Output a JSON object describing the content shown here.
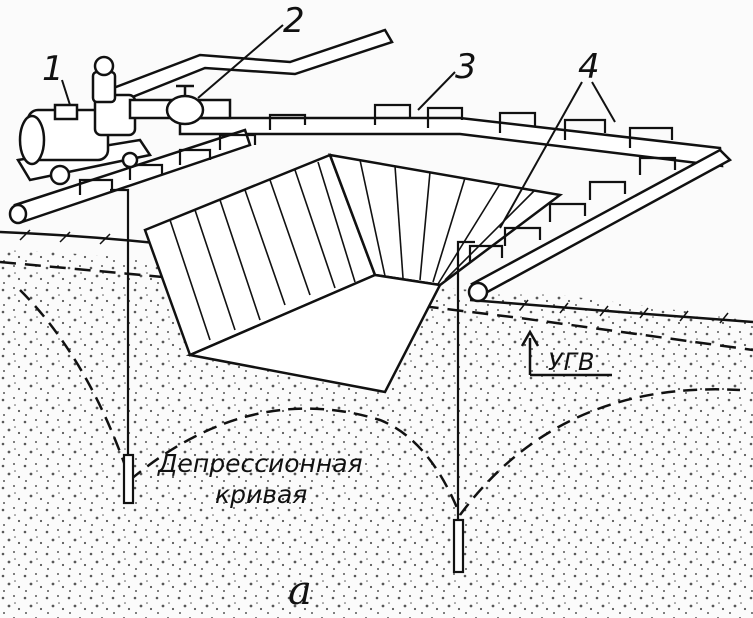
{
  "diagram": {
    "labels": {
      "n1": "1",
      "n2": "2",
      "n3": "3",
      "n4": "4",
      "ugv": "УГВ",
      "curve_line1": "Депрессионная",
      "curve_line2": "кривая",
      "caption": "а"
    },
    "colors": {
      "ink": "#111111",
      "paper": "#fbfbfb"
    }
  }
}
